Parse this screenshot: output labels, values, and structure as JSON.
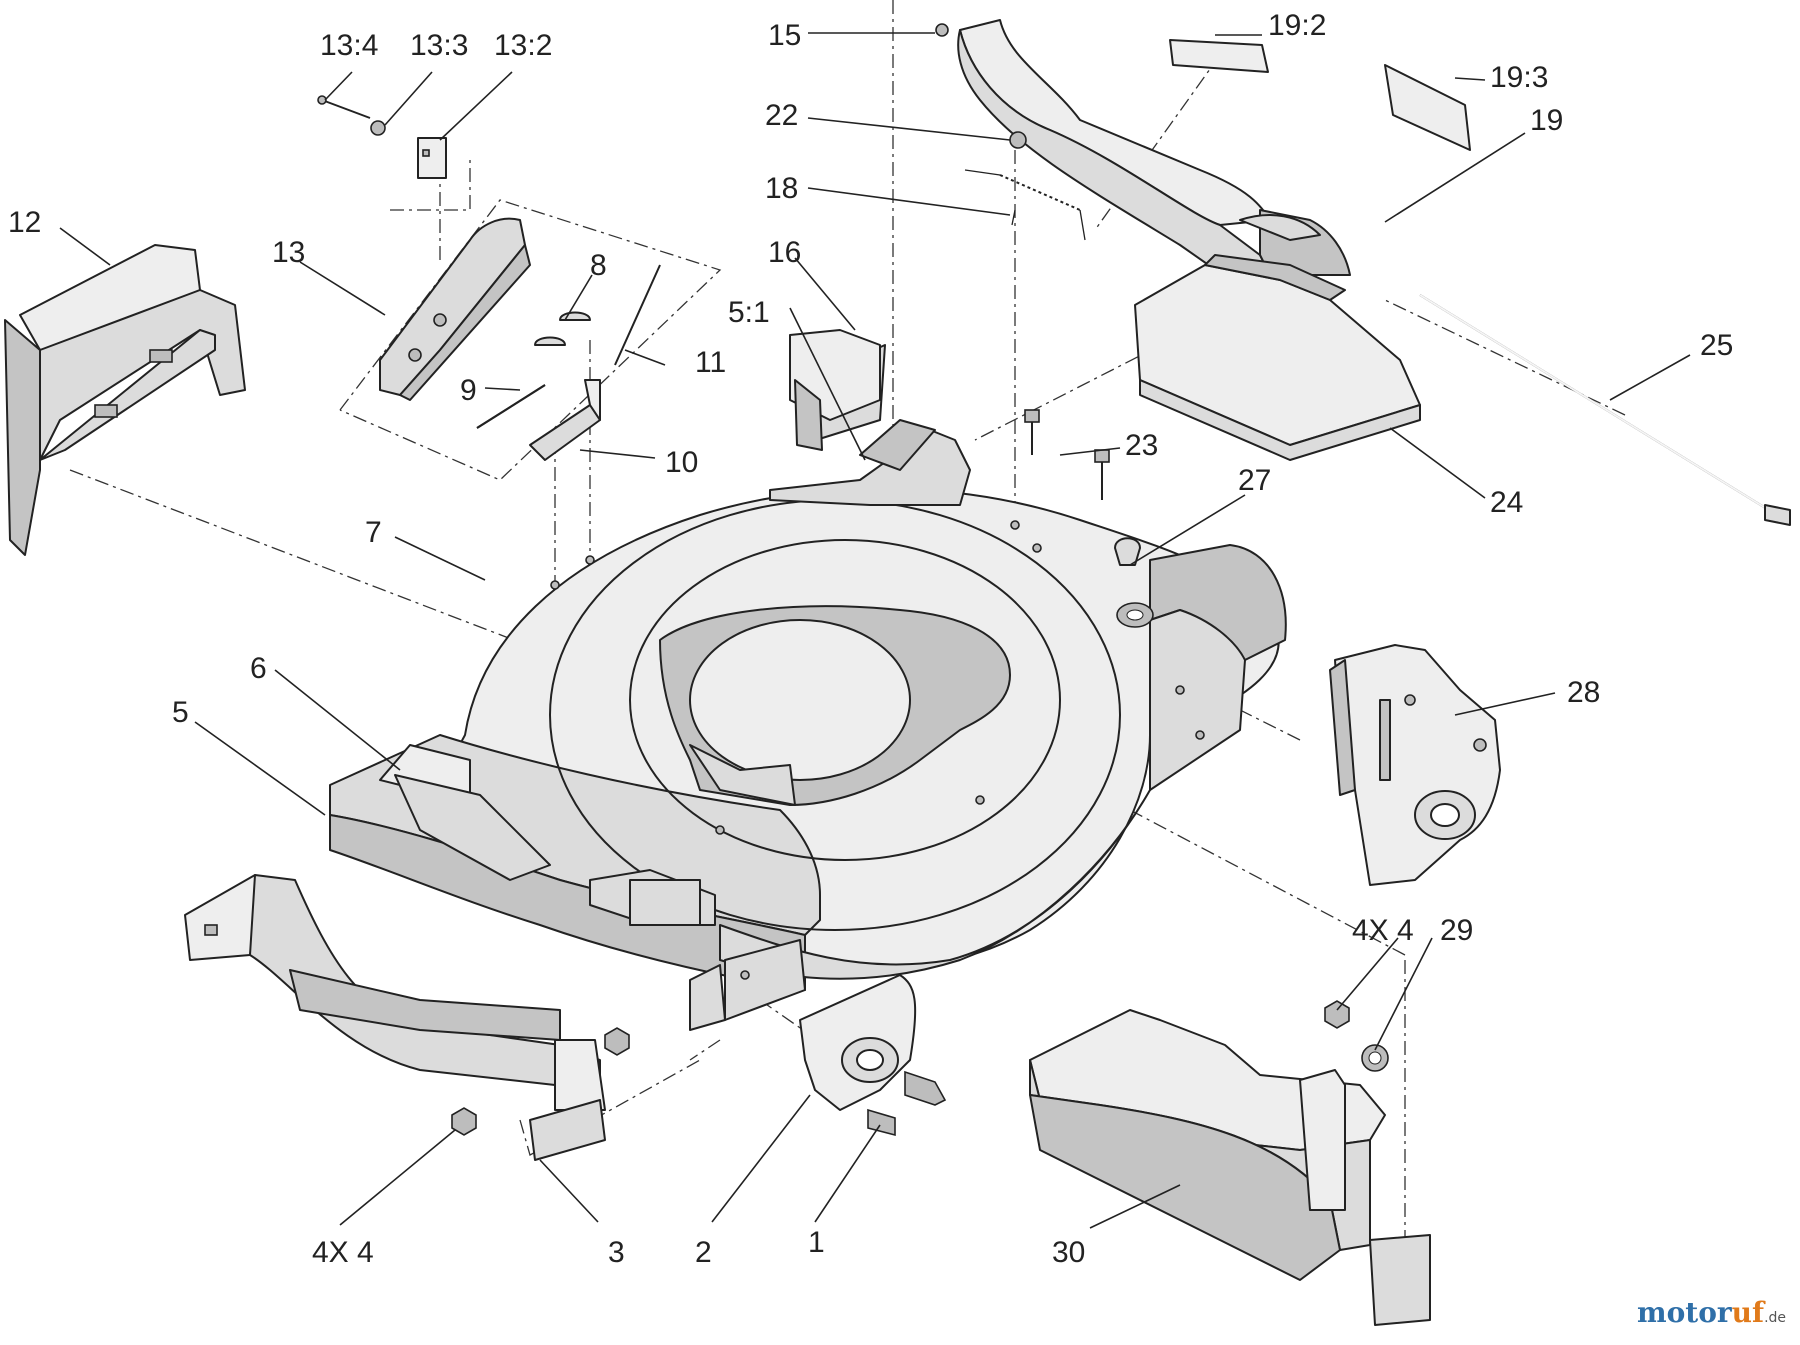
{
  "callouts": {
    "c15": "15",
    "c19_2": "19:2",
    "c19_3": "19:3",
    "c19": "19",
    "c22": "22",
    "c18": "18",
    "c16": "16",
    "c5_1": "5:1",
    "c13_4": "13:4",
    "c13_3": "13:3",
    "c13_2": "13:2",
    "c12": "12",
    "c13": "13",
    "c8": "8",
    "c11": "11",
    "c9": "9",
    "c10": "10",
    "c7": "7",
    "c25": "25",
    "c23": "23",
    "c27": "27",
    "c24": "24",
    "c28": "28",
    "c6": "6",
    "c5": "5",
    "c4x4_right": "4X 4",
    "c29": "29",
    "c4x4_left": "4X 4",
    "c3": "3",
    "c2": "2",
    "c1": "1",
    "c30": "30"
  },
  "watermark": {
    "brand_a": "motor",
    "brand_b": "uf",
    "suffix": ".de"
  }
}
